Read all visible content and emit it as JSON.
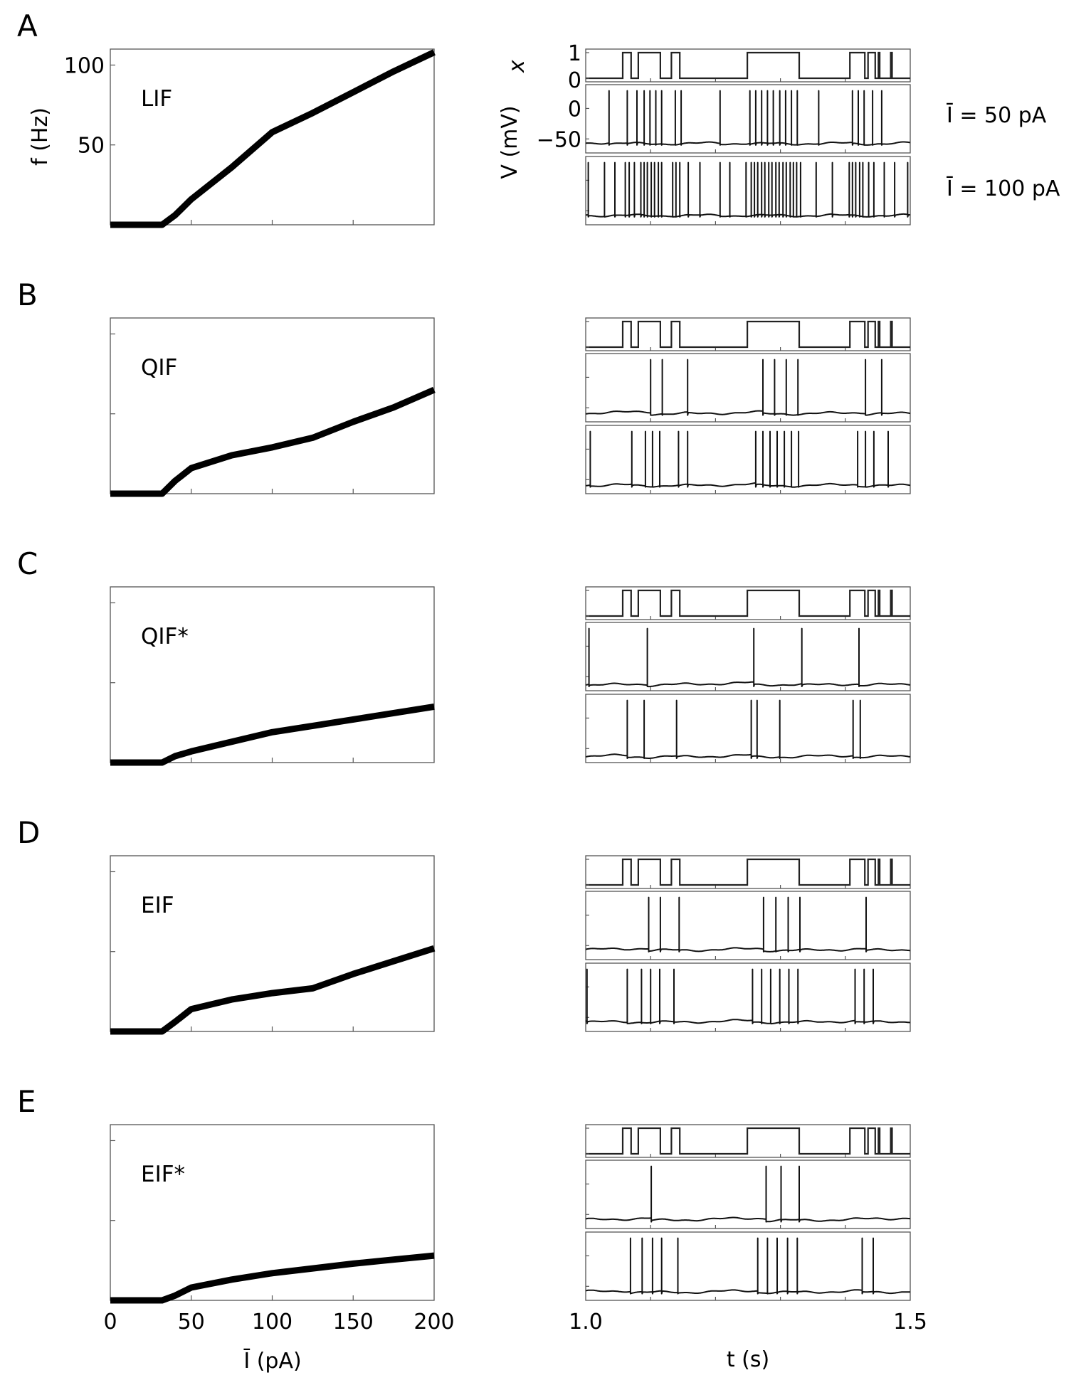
{
  "chart_data": {
    "type": "line",
    "fI_axes": {
      "xlabel": "Ī (pA)",
      "ylabel": "f (Hz)",
      "xlim": [
        0,
        200
      ],
      "ylim": [
        0,
        110
      ],
      "xticks": [
        0,
        50,
        100,
        150,
        200
      ],
      "xtick_labels": [
        "0",
        "50",
        "100",
        "150",
        "200"
      ],
      "yticks": [
        50,
        100
      ],
      "ytick_labels": [
        "50",
        "100"
      ]
    },
    "trace_axes": {
      "xlabel": "t (s)",
      "xlim": [
        1.0,
        1.5
      ],
      "xticks": [
        1.1,
        1.2,
        1.3,
        1.4
      ],
      "xtick_end_labels": [
        "1.0",
        "1.5"
      ],
      "x_signal_label": "x",
      "x_signal_ticks": [
        "0",
        "1"
      ],
      "v_label": "V (mV)",
      "v_ylim": [
        -73,
        39
      ],
      "v_ticks": [
        -50,
        0
      ],
      "v_tick_labels": [
        "−50",
        "0"
      ],
      "current_labels": [
        "Ī = 50 pA",
        "Ī = 100 pA"
      ]
    },
    "x_signal_high_intervals": [
      [
        1.057,
        1.07
      ],
      [
        1.081,
        1.115
      ],
      [
        1.132,
        1.145
      ],
      [
        1.249,
        1.329
      ],
      [
        1.407,
        1.43
      ],
      [
        1.435,
        1.446
      ],
      [
        1.451,
        1.453
      ],
      [
        1.47,
        1.472
      ]
    ],
    "fI_current_pA": [
      0,
      32,
      40,
      50,
      75,
      100,
      125,
      150,
      175,
      200
    ],
    "panels": [
      {
        "letter": "A",
        "model": "LIF",
        "fI_rate_Hz": [
          0,
          0,
          6,
          16,
          36,
          58,
          70,
          83,
          96,
          108
        ],
        "rest_mV": -58,
        "spikes_50pA": [
          1.036,
          1.064,
          1.079,
          1.09,
          1.099,
          1.108,
          1.117,
          1.138,
          1.147,
          1.207,
          1.253,
          1.262,
          1.271,
          1.28,
          1.289,
          1.299,
          1.308,
          1.317,
          1.326,
          1.359,
          1.411,
          1.42,
          1.429,
          1.442,
          1.456
        ],
        "spikes_100pA": [
          1.004,
          1.029,
          1.045,
          1.061,
          1.067,
          1.075,
          1.085,
          1.09,
          1.095,
          1.101,
          1.106,
          1.112,
          1.117,
          1.134,
          1.139,
          1.145,
          1.158,
          1.176,
          1.207,
          1.222,
          1.247,
          1.255,
          1.26,
          1.265,
          1.271,
          1.276,
          1.282,
          1.287,
          1.293,
          1.298,
          1.304,
          1.309,
          1.315,
          1.32,
          1.325,
          1.331,
          1.355,
          1.38,
          1.406,
          1.411,
          1.416,
          1.422,
          1.427,
          1.436,
          1.444,
          1.46,
          1.476,
          1.496
        ]
      },
      {
        "letter": "B",
        "model": "QIF",
        "fI_rate_Hz": [
          0,
          0,
          8,
          16,
          24,
          29,
          35,
          45,
          54,
          65
        ],
        "rest_mV": -60,
        "spikes_50pA": [
          1.1,
          1.118,
          1.157,
          1.273,
          1.291,
          1.309,
          1.327,
          1.431,
          1.456
        ],
        "spikes_100pA": [
          1.007,
          1.071,
          1.092,
          1.103,
          1.114,
          1.143,
          1.157,
          1.262,
          1.273,
          1.284,
          1.295,
          1.306,
          1.317,
          1.328,
          1.419,
          1.431,
          1.444,
          1.466
        ]
      },
      {
        "letter": "C",
        "model": "QIF*",
        "fI_rate_Hz": [
          0,
          0,
          4,
          7,
          13,
          19,
          23,
          27,
          31,
          35
        ],
        "rest_mV": -64,
        "spikes_50pA": [
          1.005,
          1.095,
          1.259,
          1.333,
          1.421
        ],
        "spikes_100pA": [
          1.064,
          1.09,
          1.14,
          1.255,
          1.264,
          1.299,
          1.412,
          1.423
        ]
      },
      {
        "letter": "D",
        "model": "EIF",
        "fI_rate_Hz": [
          0,
          0,
          6,
          14,
          20,
          24,
          27,
          36,
          44,
          52
        ],
        "rest_mV": -58,
        "spikes_50pA": [
          1.097,
          1.115,
          1.144,
          1.274,
          1.293,
          1.312,
          1.33,
          1.432
        ],
        "spikes_100pA": [
          1.002,
          1.064,
          1.086,
          1.1,
          1.114,
          1.136,
          1.257,
          1.271,
          1.285,
          1.299,
          1.313,
          1.327,
          1.415,
          1.429,
          1.443
        ]
      },
      {
        "letter": "E",
        "model": "EIF*",
        "fI_rate_Hz": [
          0,
          0,
          3,
          8,
          13,
          17,
          20,
          23,
          25.5,
          28
        ],
        "rest_mV": -60,
        "spikes_50pA": [
          1.101,
          1.278,
          1.301,
          1.329
        ],
        "spikes_100pA": [
          1.069,
          1.087,
          1.103,
          1.117,
          1.142,
          1.265,
          1.28,
          1.295,
          1.311,
          1.326,
          1.426,
          1.443
        ]
      }
    ]
  }
}
